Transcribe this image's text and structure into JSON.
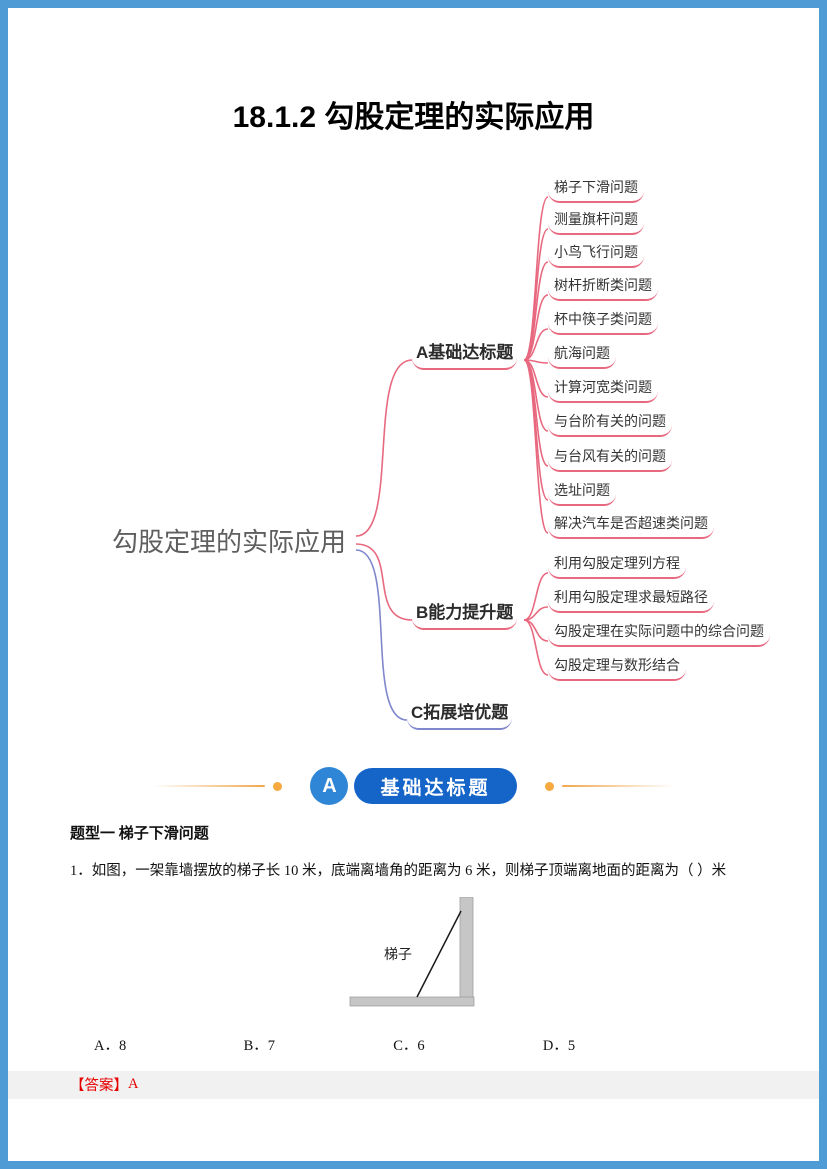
{
  "page": {
    "title": "18.1.2 勾股定理的实际应用"
  },
  "mindmap": {
    "root": "勾股定理的实际应用",
    "branches": [
      {
        "label": "A基础达标题",
        "children": [
          "梯子下滑问题",
          "测量旗杆问题",
          "小鸟飞行问题",
          "树杆折断类问题",
          "杯中筷子类问题",
          "航海问题",
          "计算河宽类问题",
          "与台阶有关的问题",
          "与台风有关的问题",
          "选址问题",
          "解决汽车是否超速类问题"
        ]
      },
      {
        "label": "B能力提升题",
        "children": [
          "利用勾股定理列方程",
          "利用勾股定理求最短路径",
          "勾股定理在实际问题中的综合问题",
          "勾股定理与数形结合"
        ]
      },
      {
        "label": "C拓展培优题",
        "children": []
      }
    ]
  },
  "section_badge": {
    "letter": "A",
    "label": "基础达标题"
  },
  "content": {
    "topic_heading": "题型一 梯子下滑问题",
    "question": "1．如图，一架靠墙摆放的梯子长 10 米，底端离墙角的距离为 6 米，则梯子顶端离地面的距离为（  ）米",
    "figure_label": "梯子",
    "options": [
      "A．8",
      "B．7",
      "C．6",
      "D．5"
    ],
    "answer_label": "【答案】",
    "answer": "A"
  },
  "colors": {
    "page_border": "#4f9bd5",
    "mindmap_pink": "#e8697f",
    "mindmap_blue": "#8087cc",
    "badge_circle_blue": "#2f86d6",
    "badge_pill_blue": "#1565c8",
    "badge_orange": "#f5a93f",
    "answer_red": "#e60000"
  }
}
